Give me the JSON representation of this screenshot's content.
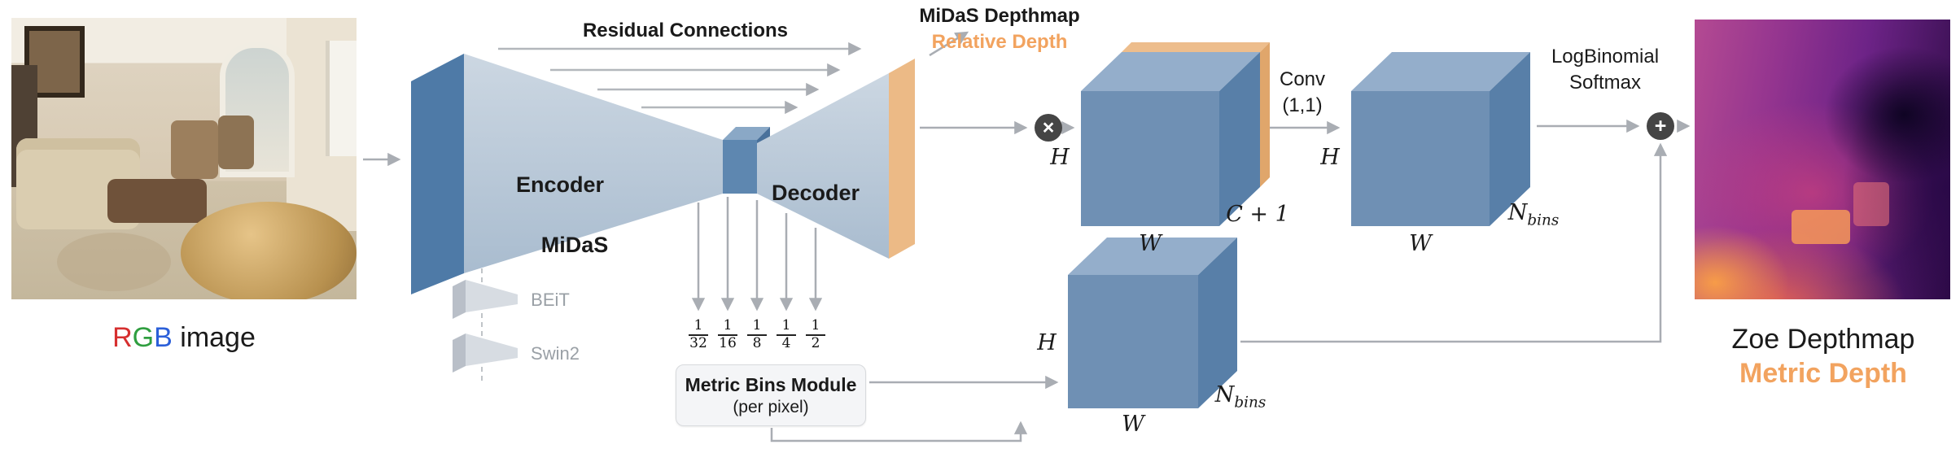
{
  "colors": {
    "r": "#d62f2f",
    "g": "#2f9e3f",
    "b": "#2b5fd9",
    "accent_orange": "#f2a35f",
    "muted_gray": "#9aa0a6",
    "cube_blue": "#6f90b2",
    "slab_orange": "#ecba86",
    "arrow_gray": "#a9adb3"
  },
  "rgb_image": {
    "r": "R",
    "g": "G",
    "b": "B",
    "rest": " image"
  },
  "hourglass": {
    "residual": "Residual Connections",
    "encoder": "Encoder",
    "decoder": "Decoder",
    "midas": "MiDaS",
    "backbones": [
      {
        "label": "BEiT"
      },
      {
        "label": "Swin2"
      }
    ]
  },
  "scales": [
    {
      "num": "1",
      "den": "32"
    },
    {
      "num": "1",
      "den": "16"
    },
    {
      "num": "1",
      "den": "8"
    },
    {
      "num": "1",
      "den": "4"
    },
    {
      "num": "1",
      "den": "2"
    }
  ],
  "metric_bins": {
    "title": "Metric Bins Module",
    "subtitle": "(per pixel)"
  },
  "midas_output": {
    "line1": "MiDaS Depthmap",
    "line2": "Relative Depth"
  },
  "ops": {
    "concat": "×",
    "sum": "+"
  },
  "conv": {
    "line1": "Conv",
    "line2": "(1,1)"
  },
  "logbinomial": {
    "line1": "LogBinomial",
    "line2": "Softmax"
  },
  "cube_top": {
    "h": "H",
    "w": "W",
    "depth": "C + 1"
  },
  "cube_mid": {
    "h": "H",
    "w": "W",
    "n": "N",
    "n_sub": "bins"
  },
  "cube_bottom": {
    "h": "H",
    "w": "W",
    "n": "N",
    "n_sub": "bins"
  },
  "zoe_output": {
    "line1": "Zoe Depthmap",
    "line2": "Metric Depth"
  }
}
